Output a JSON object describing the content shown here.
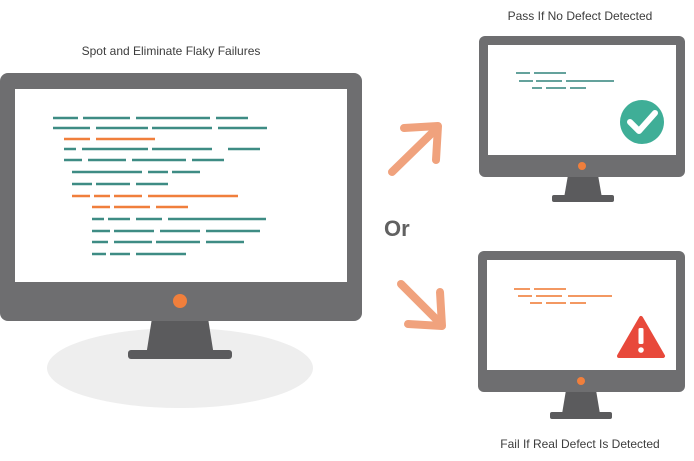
{
  "captions": {
    "main": "Spot and Eliminate Flaky Failures",
    "pass": "Pass If No Defect Detected",
    "fail": "Fail If Real Defect Is Detected"
  },
  "separator_label": "Or",
  "icons": {
    "pass": "checkmark-circle-icon",
    "fail": "warning-triangle-icon",
    "arrow_up": "arrow-up-right-icon",
    "arrow_down": "arrow-down-right-icon"
  },
  "colors": {
    "monitor": "#6e6e70",
    "monitor_dark": "#5b5b5d",
    "screen": "#ffffff",
    "teal": "#3e8c84",
    "orange": "#f07f3c",
    "arrow": "#f0a27d",
    "pass": "#3fae97",
    "fail": "#e8493b",
    "shadow": "#eeeeee"
  }
}
